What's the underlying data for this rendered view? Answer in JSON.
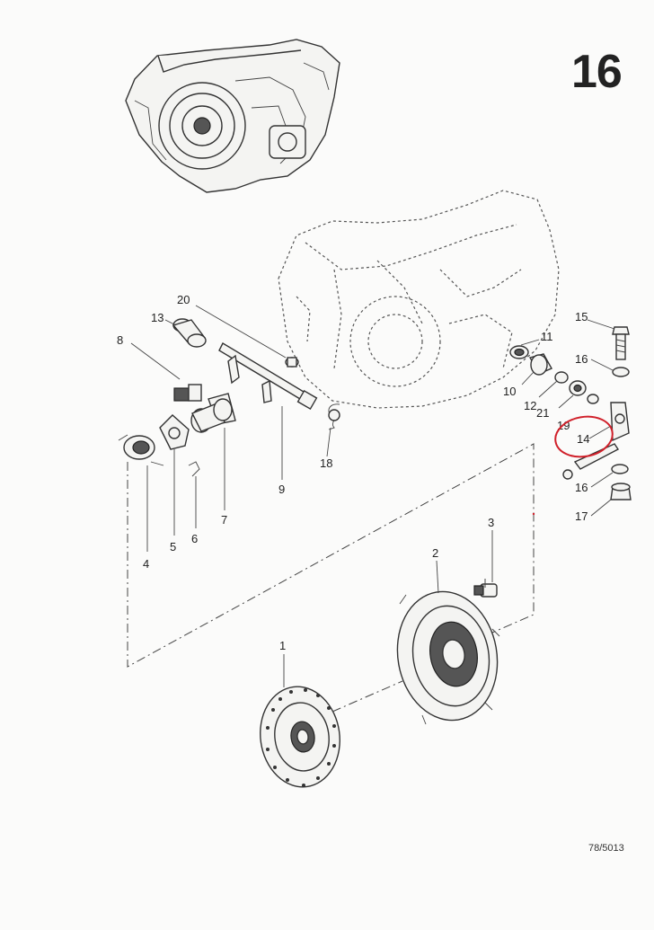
{
  "page_number": "16",
  "drawing_ref": "78/5013",
  "callouts": {
    "c1": "1",
    "c2": "2",
    "c3": "3",
    "c4": "4",
    "c5": "5",
    "c6": "6",
    "c7": "7",
    "c8": "8",
    "c9": "9",
    "c10": "10",
    "c11": "11",
    "c12": "12",
    "c13": "13",
    "c14": "14",
    "c15": "15",
    "c16a": "16",
    "c16b": "16",
    "c17": "17",
    "c18": "18",
    "c19": "19",
    "c20": "20",
    "c21": "21"
  },
  "highlight": {
    "color": "#d0202a",
    "target": "14"
  }
}
